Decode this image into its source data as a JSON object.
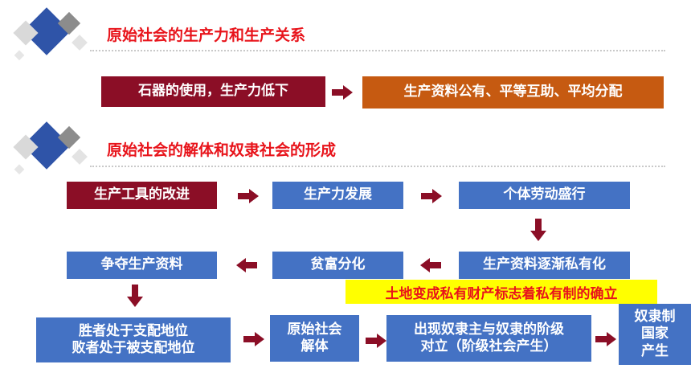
{
  "section1": {
    "heading": "原始社会的生产力和生产关系",
    "cause": "石器的使用，生产力低下",
    "result": "生产资料公有、平等互助、平均分配"
  },
  "section2": {
    "heading": "原始社会的解体和奴隶社会的形成",
    "row1": [
      "生产工具的改进",
      "生产力发展",
      "个体劳动盛行"
    ],
    "row2": [
      "争夺生产资料",
      "贫富分化",
      "生产资料逐渐私有化"
    ],
    "note": "土地变成私有财产标志着私有制的确立",
    "row3": {
      "winners": "胜者处于支配地位",
      "losers": "败者处于被支配地位",
      "collapse_line1": "原始社会",
      "collapse_line2": "解体",
      "classes_line1": "出现奴隶主与奴隶的阶级",
      "classes_line2": "对立（阶级社会产生）",
      "state_line1": "奴隶制",
      "state_line2": "国家",
      "state_line3": "产生"
    }
  },
  "colors": {
    "heading": "#e8141b",
    "blue_box": "#4472c4",
    "maroon_box": "#8b0e26",
    "orange_box": "#c65a11",
    "arrow": "#8b0e26",
    "note_bg": "#ffff00"
  },
  "icons": [
    "diamond-cluster-icon",
    "arrow-right-icon",
    "arrow-left-icon",
    "arrow-down-icon"
  ]
}
